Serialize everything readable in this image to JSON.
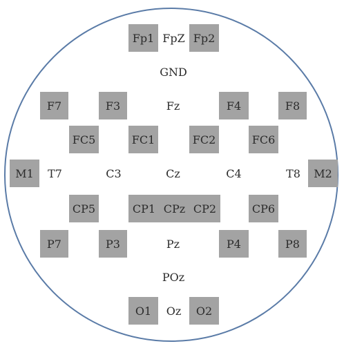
{
  "colors": {
    "head_outline": "#5a7ba7",
    "selected_fill": "#a3a3a3",
    "text": "#2b2b2b"
  },
  "electrodes": [
    {
      "id": "fp1",
      "label": "Fp1",
      "selected": true
    },
    {
      "id": "fpz",
      "label": "FpZ",
      "selected": false
    },
    {
      "id": "fp2",
      "label": "Fp2",
      "selected": true
    },
    {
      "id": "gnd",
      "label": "GND",
      "selected": false
    },
    {
      "id": "f7",
      "label": "F7",
      "selected": true
    },
    {
      "id": "f3",
      "label": "F3",
      "selected": true
    },
    {
      "id": "fz",
      "label": "Fz",
      "selected": false
    },
    {
      "id": "f4",
      "label": "F4",
      "selected": true
    },
    {
      "id": "f8",
      "label": "F8",
      "selected": true
    },
    {
      "id": "fc5",
      "label": "FC5",
      "selected": true
    },
    {
      "id": "fc1",
      "label": "FC1",
      "selected": true
    },
    {
      "id": "fc2",
      "label": "FC2",
      "selected": true
    },
    {
      "id": "fc6",
      "label": "FC6",
      "selected": true
    },
    {
      "id": "m1",
      "label": "M1",
      "selected": true
    },
    {
      "id": "t7",
      "label": "T7",
      "selected": false
    },
    {
      "id": "c3",
      "label": "C3",
      "selected": false
    },
    {
      "id": "cz",
      "label": "Cz",
      "selected": false
    },
    {
      "id": "c4",
      "label": "C4",
      "selected": false
    },
    {
      "id": "t8",
      "label": "T8",
      "selected": false
    },
    {
      "id": "m2",
      "label": "M2",
      "selected": true
    },
    {
      "id": "cp5",
      "label": "CP5",
      "selected": true
    },
    {
      "id": "cp1",
      "label": "CP1",
      "selected": true
    },
    {
      "id": "cpz",
      "label": "CPz",
      "selected": true
    },
    {
      "id": "cp2",
      "label": "CP2",
      "selected": true
    },
    {
      "id": "cp6",
      "label": "CP6",
      "selected": true
    },
    {
      "id": "p7",
      "label": "P7",
      "selected": true
    },
    {
      "id": "p3",
      "label": "P3",
      "selected": true
    },
    {
      "id": "pz",
      "label": "Pz",
      "selected": false
    },
    {
      "id": "p4",
      "label": "P4",
      "selected": true
    },
    {
      "id": "p8",
      "label": "P8",
      "selected": true
    },
    {
      "id": "poz",
      "label": "POz",
      "selected": false
    },
    {
      "id": "o1",
      "label": "O1",
      "selected": true
    },
    {
      "id": "oz",
      "label": "Oz",
      "selected": false
    },
    {
      "id": "o2",
      "label": "O2",
      "selected": true
    }
  ]
}
